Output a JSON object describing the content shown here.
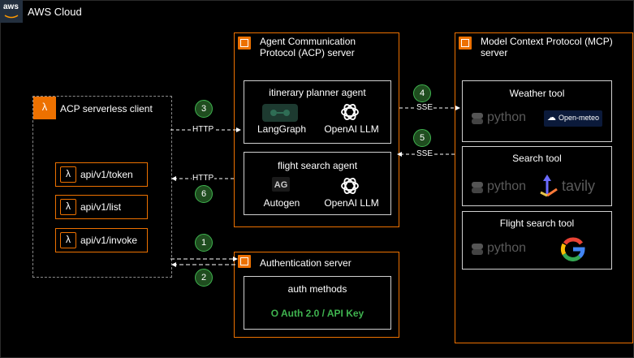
{
  "header": {
    "title": "AWS Cloud",
    "logo_text": "aws"
  },
  "acp_server": {
    "title": "Agent Communication Protocol (ACP) server"
  },
  "mcp_server": {
    "title": "Model Context Protocol (MCP) server"
  },
  "client": {
    "title": "ACP serverless client",
    "apis": [
      "api/v1/token",
      "api/v1/list",
      "api/v1/invoke"
    ]
  },
  "agents": {
    "itinerary": {
      "title": "itinerary planner agent",
      "framework": "LangGraph",
      "llm": "OpenAI LLM"
    },
    "flight": {
      "title": "flight search agent",
      "framework": "Autogen",
      "llm": "OpenAI LLM"
    }
  },
  "auth": {
    "title": "Authentication server",
    "methods_title": "auth methods",
    "methods": "O Auth 2.0 / API Key"
  },
  "tools": {
    "weather": {
      "title": "Weather tool",
      "lang": "python",
      "provider": "Open-meteo"
    },
    "search": {
      "title": "Search tool",
      "lang": "python",
      "provider": "tavily"
    },
    "flight": {
      "title": "Flight search tool",
      "lang": "python"
    }
  },
  "edges": {
    "http_label": "HTTP",
    "sse_label": "SSE",
    "steps": [
      "1",
      "2",
      "3",
      "4",
      "5",
      "6"
    ]
  },
  "colors": {
    "accent": "#ed7100",
    "green": "#3fb34f",
    "background": "#000000"
  }
}
